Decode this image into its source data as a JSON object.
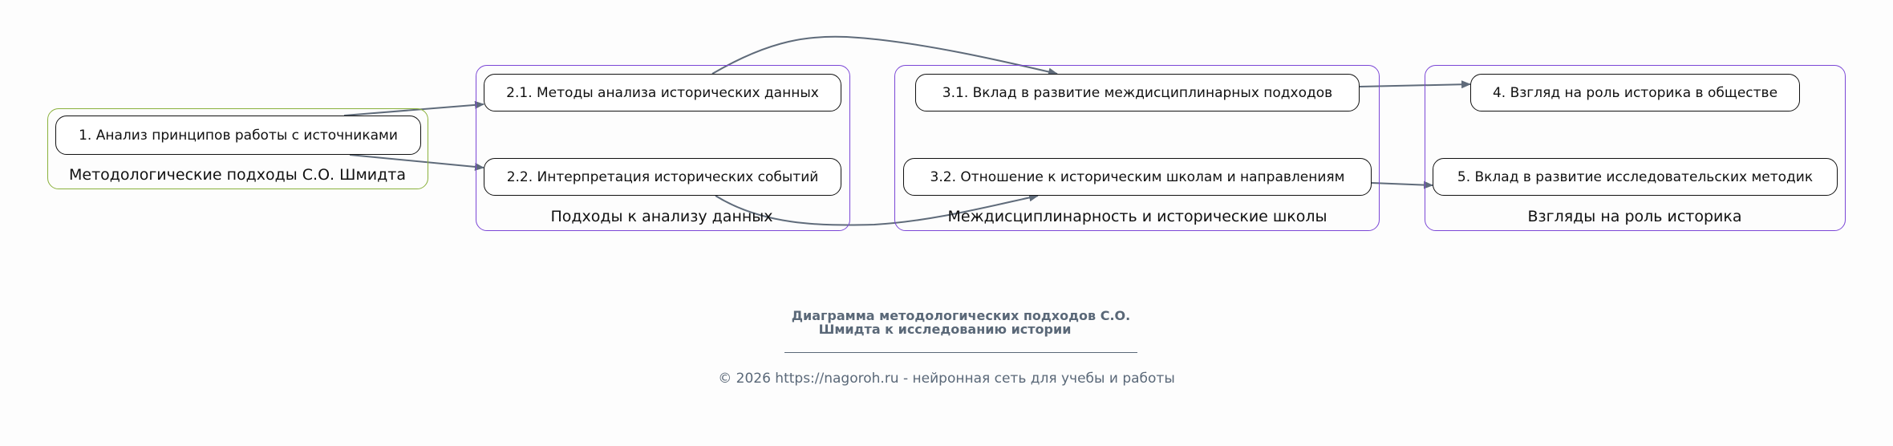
{
  "groups": [
    {
      "label": "Методологические подходы С.О. Шмидта"
    },
    {
      "label": "Подходы к анализу данных"
    },
    {
      "label": "Междисциплинарность и исторические школы"
    },
    {
      "label": "Взгляды на роль историка"
    }
  ],
  "nodes": {
    "n1": "1. Анализ принципов работы с источниками",
    "n21": "2.1. Методы анализа исторических данных",
    "n22": "2.2. Интерпретация исторических событий",
    "n31": "3.1. Вклад в развитие междисциплинарных подходов",
    "n32": "3.2. Отношение к историческим школам и направлениям",
    "n4": "4. Взгляд на роль историка в обществе",
    "n5": "5. Вклад в развитие исследовательских методик"
  },
  "title": {
    "line1": "Диаграмма методологических подходов С.О.",
    "line2": "Шмидта к исследованию истории"
  },
  "footer": "© 2026 https://nagoroh.ru - нейронная сеть для учебы и работы",
  "colors": {
    "edge": "#5f6b7a",
    "group_primary": "#7b47d6",
    "group_root": "#8ab13c"
  }
}
